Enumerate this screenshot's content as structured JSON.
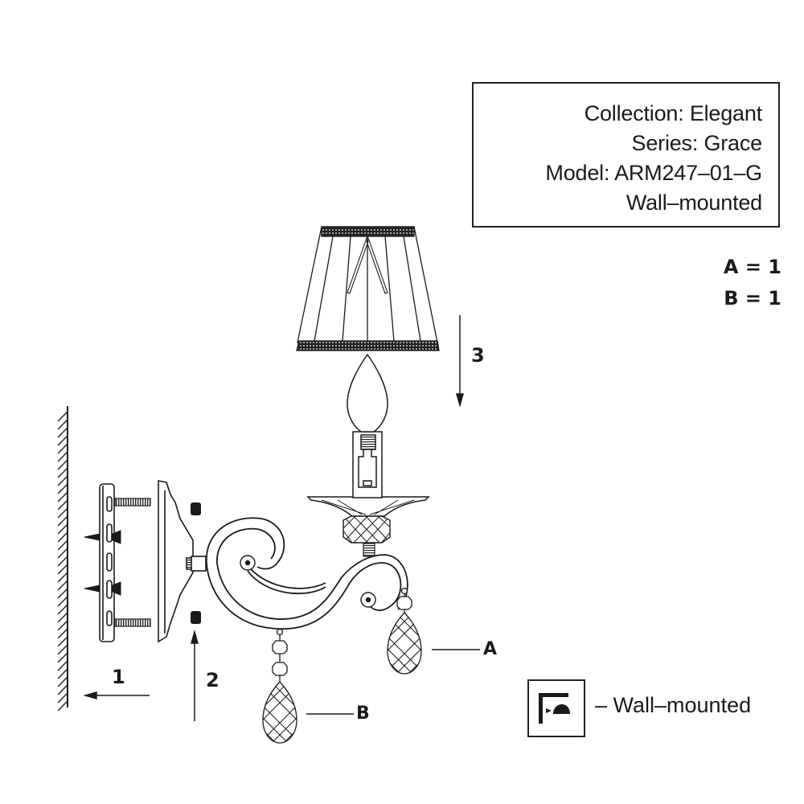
{
  "info_box": {
    "lines": [
      "Collection: Elegant",
      "Series: Grace",
      "Model: ARM247–01–G",
      "Wall–mounted"
    ]
  },
  "parts_quantity": [
    {
      "part": "A",
      "count": 1,
      "text": "A = 1"
    },
    {
      "part": "B",
      "count": 1,
      "text": "B = 1"
    }
  ],
  "assembly_steps": [
    {
      "number": "1",
      "direction": "left",
      "description": "mount plate to wall"
    },
    {
      "number": "2",
      "direction": "up",
      "description": "attach fixture to plate"
    },
    {
      "number": "3",
      "direction": "down",
      "description": "place shade onto bulb holder"
    }
  ],
  "part_labels": {
    "A": "A",
    "B": "B"
  },
  "legend": {
    "icon": "wall-mounted-icon",
    "text": "– Wall–mounted"
  },
  "colors": {
    "line": "#1a1a1a",
    "background": "#ffffff"
  }
}
